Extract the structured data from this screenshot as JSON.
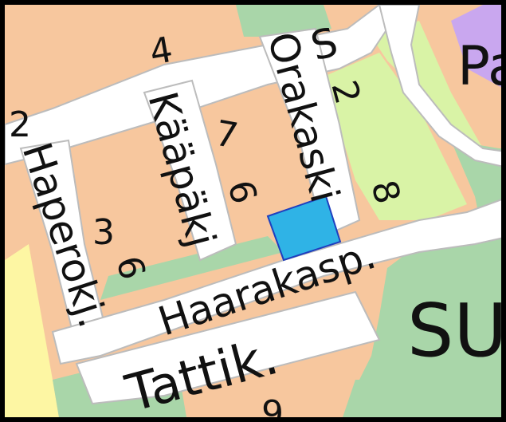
{
  "map": {
    "colors": {
      "residential": "#f7c79e",
      "road": "#ffffff",
      "road_edge": "#bcbcbc",
      "park": "#a9d6a9",
      "park_light": "#d9f3a6",
      "yellow_area": "#fdf6a3",
      "lavender": "#c9a7ef",
      "selection_fill": "#2fb3e6",
      "selection_stroke": "#1f3fbf",
      "label": "#111111",
      "frame": "#000000"
    },
    "streets": {
      "haaparokj": "Haperokj.",
      "kaapakj": "Kääpäkj",
      "orakaski": "Orakaski",
      "haarakasp": "Haarakasp.",
      "tattik": "Tattik.",
      "s_partial": "S"
    },
    "numbers": {
      "n2_left": "2",
      "n4": "4",
      "n2_upper": "2",
      "n7": "7",
      "n3": "3",
      "n6_left": "6",
      "n6_mid": "6",
      "n8": "8",
      "n9": "9"
    },
    "districts": {
      "su": "SU",
      "pa": "Pa"
    },
    "selection": {
      "label": "selected-parcel"
    }
  }
}
